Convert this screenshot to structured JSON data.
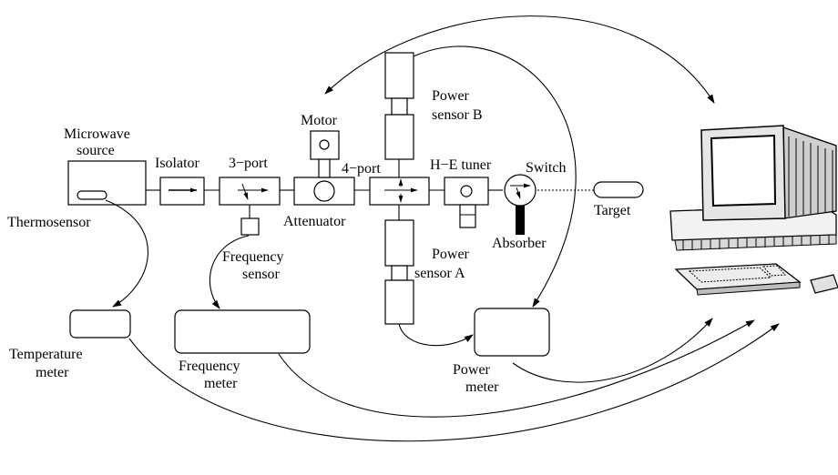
{
  "labels": {
    "microwave_source_1": "Microwave",
    "microwave_source_2": "source",
    "isolator": "Isolator",
    "three_port": "3−port",
    "motor": "Motor",
    "four_port": "4−port",
    "power_sensor_b_1": "Power",
    "power_sensor_b_2": "sensor B",
    "he_tuner": "H−E tuner",
    "switch": "Switch",
    "thermosensor": "Thermosensor",
    "attenuator": "Attenuator",
    "target": "Target",
    "absorber": "Absorber",
    "frequency_sensor_1": "Frequency",
    "frequency_sensor_2": "sensor",
    "power_sensor_a_1": "Power",
    "power_sensor_a_2": "sensor A",
    "temperature_meter_1": "Temperature",
    "temperature_meter_2": "meter",
    "frequency_meter_1": "Frequency",
    "frequency_meter_2": "meter",
    "power_meter_1": "Power",
    "power_meter_2": "meter"
  }
}
